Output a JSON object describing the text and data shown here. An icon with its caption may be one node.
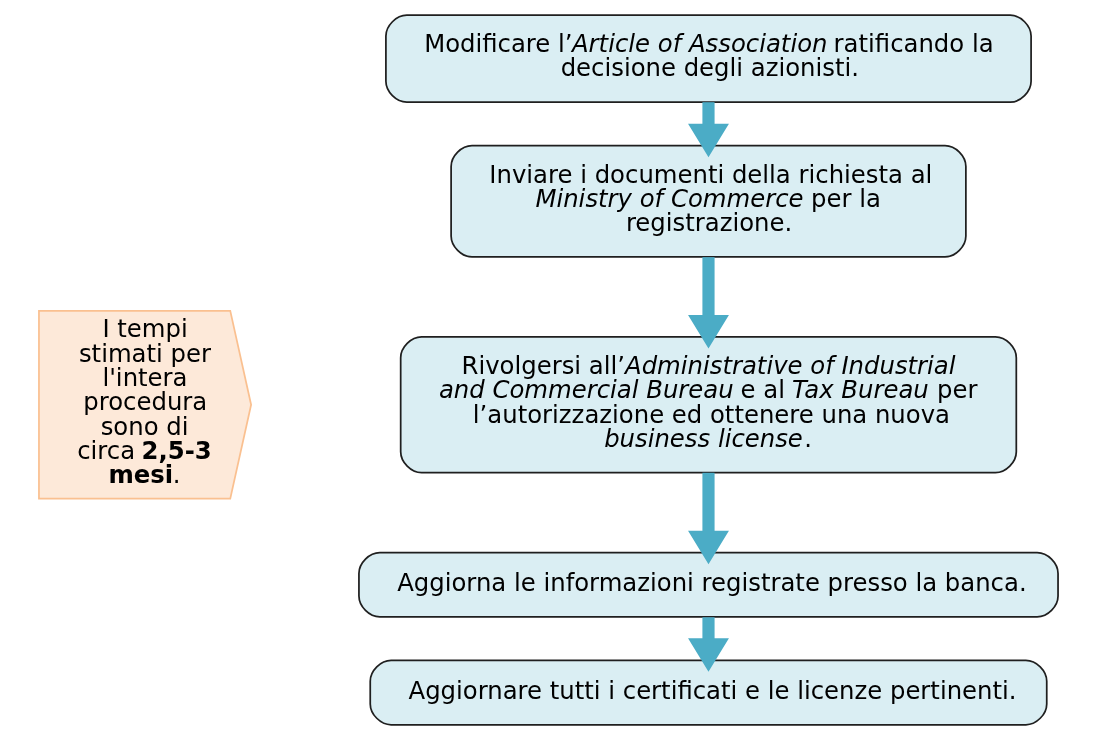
{
  "diagram": {
    "nodes": [
      {
        "text": [
          "Modificare l’*Article of Association* ratificando la decisione degli azionisti."
        ]
      },
      {
        "text": [
          "Inviare i documenti della richiesta al *Ministry of Commerce* per la registrazione."
        ]
      },
      {
        "text": [
          "Rivolgersi all’*Administrative of Industrial and Commercial Bureau* e al *Tax Bureau* per l’autorizzazione ed ottenere una nuova *business license*."
        ]
      },
      {
        "text": [
          "Aggiorna le informazioni registrate presso la banca."
        ]
      },
      {
        "text": [
          "Aggiornare tutti i certificati e le licenze pertinenti."
        ]
      },
      {
        "text": [
          "I tempi stimati per l'intera procedura sono di circa **2,5-3 mesi**."
        ]
      }
    ],
    "edges": [
      {
        "from": 0,
        "to": 1,
        "arrow": "to"
      },
      {
        "from": 1,
        "to": 2,
        "arrow": "to"
      },
      {
        "from": 2,
        "to": 3,
        "arrow": "to"
      },
      {
        "from": 3,
        "to": 4,
        "arrow": "to"
      }
    ]
  }
}
